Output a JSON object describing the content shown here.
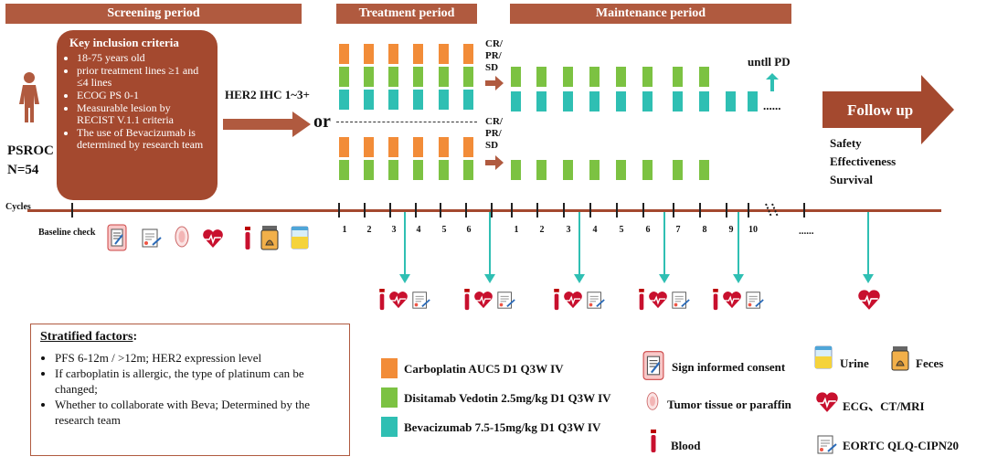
{
  "periods": {
    "screening": "Screening period",
    "treatment": "Treatment period",
    "maintenance": "Maintenance  period"
  },
  "population": {
    "name": "PSROC",
    "n": "N=54"
  },
  "inclusion": {
    "title": "Key inclusion criteria",
    "items": [
      "18-75 years old",
      "prior treatment lines ≥1 and ≤4 lines",
      "ECOG PS 0-1",
      "Measurable lesion by RECIST V.1.1 criteria",
      "The use of Bevacizumab is determined by research team"
    ]
  },
  "her2": "HER2 IHC 1~3+",
  "or": "or",
  "response": {
    "upper": [
      "CR/",
      "PR/",
      "SD"
    ],
    "lower": [
      "CR/",
      "PR/",
      "SD"
    ]
  },
  "until_pd": "untll PD",
  "dots": "......",
  "follow_up": {
    "label": "Follow up",
    "items": [
      "Safety",
      "Effectiveness",
      "Survival"
    ]
  },
  "timeline": {
    "cycles_label": "Cycles",
    "baseline": "Baseline check",
    "treatment_cycles": [
      "1",
      "2",
      "3",
      "4",
      "5",
      "6"
    ],
    "maintenance_cycles": [
      "1",
      "2",
      "3",
      "4",
      "5",
      "6",
      "7",
      "8",
      "9",
      "10"
    ],
    "more": "......"
  },
  "stratified": {
    "title": "Stratified factors",
    "colon": ":",
    "items": [
      "PFS 6-12m / >12m;  HER2 expression level",
      "If carboplatin is allergic, the type of platinum can be changed;",
      "Whether to collaborate with Beva; Determined by the research team"
    ]
  },
  "legend": {
    "drugs": [
      {
        "label": "Carboplatin   AUC5 D1 Q3W IV",
        "color": "#f28c38"
      },
      {
        "label": "Disitamab Vedotin   2.5mg/kg D1 Q3W IV",
        "color": "#7cc242"
      },
      {
        "label": "Bevacizumab 7.5-15mg/kg D1 Q3W IV",
        "color": "#2fbfb3"
      }
    ],
    "icons": {
      "consent": "Sign informed consent",
      "tissue": "Tumor tissue or  paraffin",
      "blood": "Blood",
      "urine": "Urine",
      "feces": "Feces",
      "ecg": "ECG、CT/MRI",
      "eortc": "EORTC QLQ-CIPN20"
    }
  },
  "colors": {
    "brown": "#b05a3f",
    "orange": "#f28c38",
    "green": "#7cc242",
    "teal": "#2fbfb3",
    "red": "#c8102e"
  }
}
